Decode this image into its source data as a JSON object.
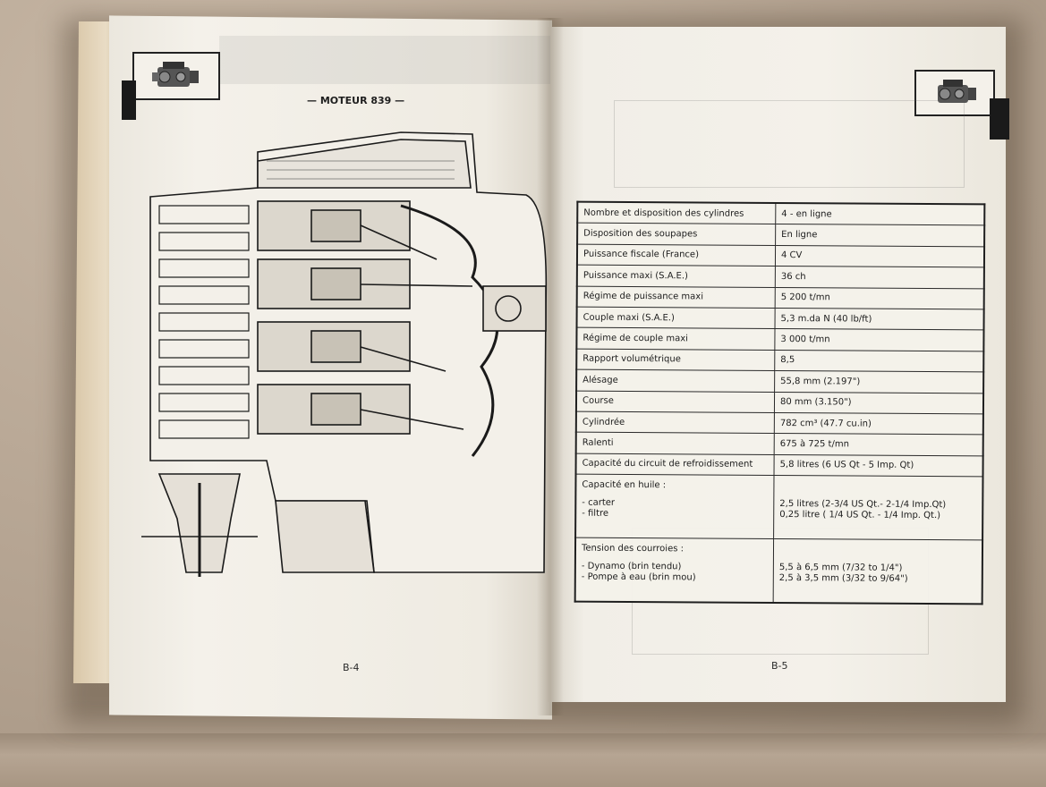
{
  "left_page": {
    "engine_title": "— MOTEUR 839 —",
    "page_number": "B-4"
  },
  "right_page": {
    "page_number": "B-5",
    "specs": [
      {
        "label": "Nombre et disposition des cylindres",
        "value": "4 - en ligne"
      },
      {
        "label": "Disposition des soupapes",
        "value": "En ligne"
      },
      {
        "label": "Puissance fiscale (France)",
        "value": "4 CV"
      },
      {
        "label": "Puissance maxi (S.A.E.)",
        "value": "36 ch"
      },
      {
        "label": "Régime de puissance maxi",
        "value": "5 200 t/mn"
      },
      {
        "label": "Couple maxi (S.A.E.)",
        "value": "5,3 m.da N (40 lb/ft)"
      },
      {
        "label": "Régime de couple maxi",
        "value": "3 000 t/mn"
      },
      {
        "label": "Rapport volumétrique",
        "value": "8,5"
      },
      {
        "label": "Alésage",
        "value": "55,8 mm (2.197\")"
      },
      {
        "label": "Course",
        "value": "80 mm (3.150\")"
      },
      {
        "label": "Cylindrée",
        "value": "782 cm³ (47.7 cu.in)"
      },
      {
        "label": "Ralenti",
        "value": "675 à 725 t/mn"
      },
      {
        "label": "Capacité du circuit de refroidissement",
        "value": "5,8 litres (6 US Qt - 5 Imp. Qt)"
      }
    ],
    "oil": {
      "heading": "Capacité en huile :",
      "rows": [
        {
          "label": "- carter",
          "value": "2,5 litres (2-3/4 US Qt.- 2-1/4 Imp.Qt)"
        },
        {
          "label": "- filtre",
          "value": "0,25 litre ( 1/4 US Qt. - 1/4 Imp. Qt.)"
        }
      ]
    },
    "belts": {
      "heading": "Tension des courroies :",
      "rows": [
        {
          "label": "- Dynamo (brin tendu)",
          "value": "5,5 à 6,5 mm (7/32 to 1/4\")"
        },
        {
          "label": "- Pompe à eau (brin mou)",
          "value": "2,5 à 3,5 mm (3/32 to 9/64\")"
        }
      ]
    }
  }
}
